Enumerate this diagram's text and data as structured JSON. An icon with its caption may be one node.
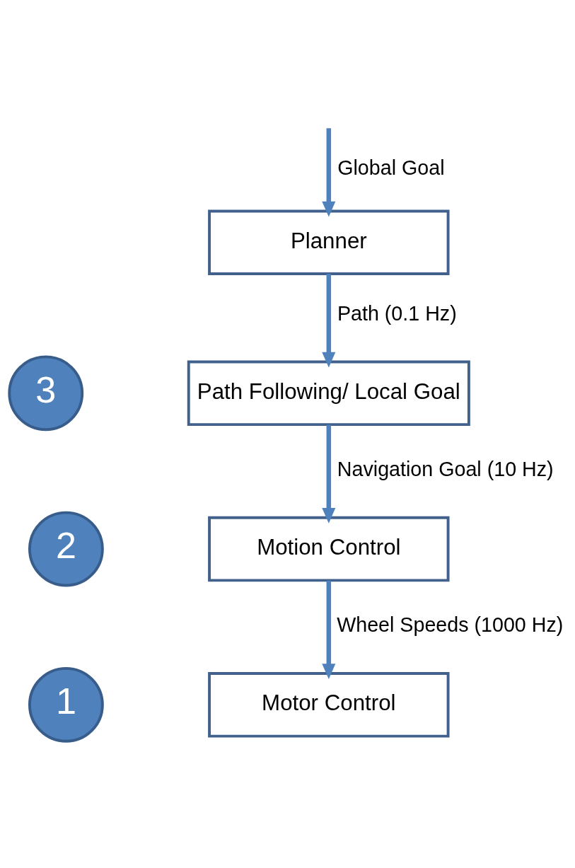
{
  "diagram": {
    "nodes": [
      {
        "text": [
          "Planner"
        ]
      },
      {
        "text": [
          "Path Following/ Local Goal"
        ]
      },
      {
        "text": [
          "3"
        ]
      },
      {
        "text": [
          "Motion Control"
        ]
      },
      {
        "text": [
          "2"
        ]
      },
      {
        "text": [
          "Motor Control"
        ]
      },
      {
        "text": [
          "1"
        ]
      }
    ],
    "edges": [
      {
        "from": null,
        "to": 0,
        "arrow": "to",
        "label": "Global Goal"
      },
      {
        "from": 0,
        "to": 1,
        "arrow": "to",
        "label": "Path (0.1 Hz)"
      },
      {
        "from": 1,
        "to": 3,
        "arrow": "to",
        "label": "Navigation Goal (10 Hz)"
      },
      {
        "from": 3,
        "to": 5,
        "arrow": "to",
        "label": "Wheel Speeds (1000 Hz)"
      }
    ]
  }
}
